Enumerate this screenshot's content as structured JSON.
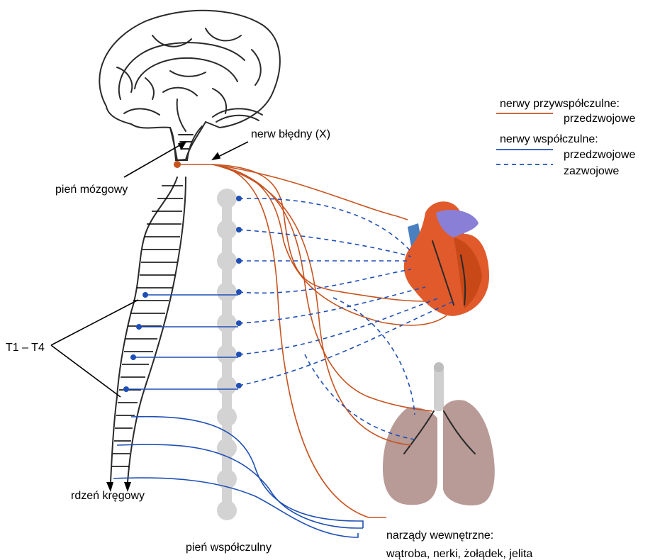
{
  "labels": {
    "brainstem": "pień mózgowy",
    "vagus": "nerw błędny (X)",
    "thoracic": "T1 – T4",
    "spinal_cord": "rdzeń kręgowy",
    "sympathetic_trunk": "pień współczulny",
    "organs_title": "narządy wewnętrzne:",
    "organs_list": "wątroba, nerki, żołądek, jelita"
  },
  "legend": {
    "parasympathetic_title": "nerwy przywspółczulne:",
    "parasympathetic_pre": "przedzwojowe",
    "sympathetic_title": "nerwy współczulne:",
    "sympathetic_pre": "przedzwojowe",
    "sympathetic_post": "zazwojowe"
  },
  "colors": {
    "parasympathetic": "#c8531f",
    "sympathetic": "#1f4fb5",
    "ganglion": "#d3d3d3",
    "heart": "#e05a2c",
    "lung": "#b89a96"
  },
  "icons": {
    "brain": "brain-icon",
    "heart": "heart-icon",
    "lungs": "lungs-icon"
  }
}
